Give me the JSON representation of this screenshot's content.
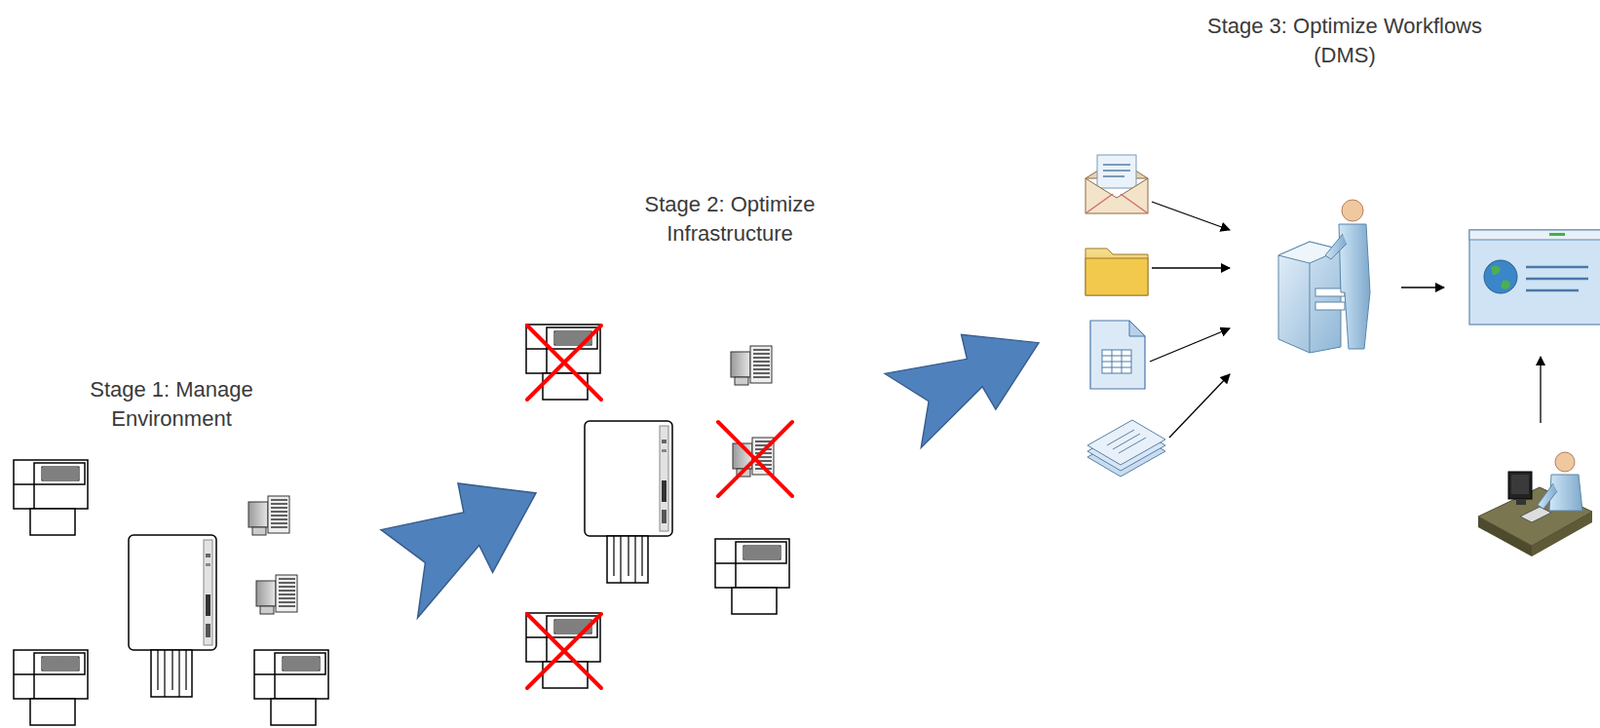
{
  "diagram": {
    "labels": [
      "Stage 1: Manage Environment",
      "Stage 2: Optimize Infrastructure",
      "Stage 3: Optimize Workflows (DMS)"
    ]
  }
}
